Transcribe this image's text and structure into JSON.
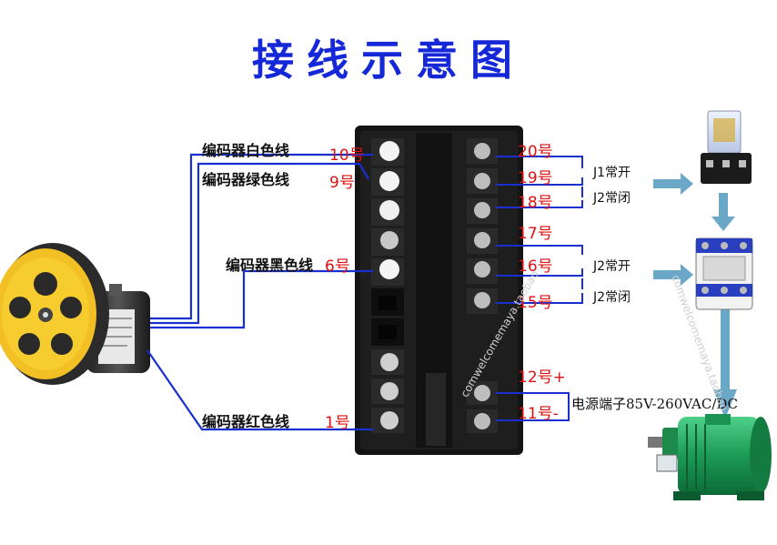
{
  "title": "接线示意图",
  "encoder_wires": {
    "white": "编码器白色线",
    "green": "编码器绿色线",
    "black": "编码器黑色线",
    "red": "编码器红色线"
  },
  "left_pins": {
    "p10": "10号",
    "p9": "9号",
    "p6": "6号",
    "p1": "1号"
  },
  "right_pins": {
    "p20": "20号",
    "p19": "19号",
    "p18": "18号",
    "p17": "17号",
    "p16": "16号",
    "p15": "15号",
    "p12": "12号+",
    "p11": "11号-"
  },
  "relay_labels": {
    "j1_no": "J1常开",
    "j2_nc_top": "J2常闭",
    "j2_no": "J2常开",
    "j2_nc_bottom": "J2常闭"
  },
  "power_label": "电源端子85V-260VAC/DC",
  "watermark": "comwelcomemaya.taobao",
  "colors": {
    "title": "#1428d8",
    "pin_labels": "#e01010",
    "wire": "#1a2fd0",
    "arrow": "#6ba8c8"
  }
}
